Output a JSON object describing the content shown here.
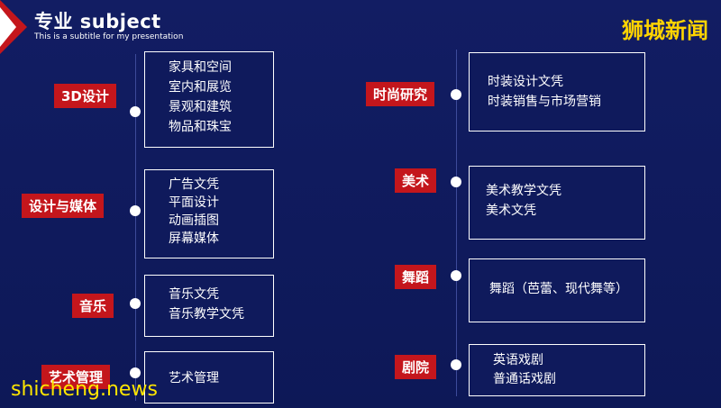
{
  "header": {
    "title": "专业 subject",
    "subtitle": "This is a subtitle for my presentation",
    "brand": "狮城新闻"
  },
  "watermark": "shicheng.news",
  "left": [
    {
      "label": "3D设计",
      "items": [
        "家具和空间",
        "室内和展览",
        "景观和建筑",
        "物品和珠宝"
      ]
    },
    {
      "label": "设计与媒体",
      "items": [
        "广告文凭",
        "平面设计",
        "动画插图",
        "屏幕媒体"
      ]
    },
    {
      "label": "音乐",
      "items": [
        "音乐文凭",
        "音乐教学文凭"
      ]
    },
    {
      "label": "艺术管理",
      "items": [
        "艺术管理"
      ]
    }
  ],
  "right": [
    {
      "label": "时尚研究",
      "items": [
        "时装设计文凭",
        "时装销售与市场营销"
      ]
    },
    {
      "label": "美术",
      "items": [
        "美术教学文凭",
        "美术文凭"
      ]
    },
    {
      "label": "舞蹈",
      "items": [
        "舞蹈（芭蕾、现代舞等）"
      ]
    },
    {
      "label": "剧院",
      "items": [
        "英语戏剧",
        "普通话戏剧"
      ]
    }
  ]
}
